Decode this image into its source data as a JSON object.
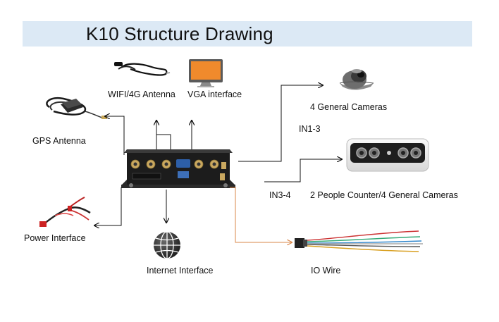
{
  "title": "K10 Structure Drawing",
  "labels": {
    "wifi": "WIFI/4G Antenna",
    "vga": "VGA interface",
    "cams4": "4 General Cameras",
    "in13": "IN1-3",
    "gps": "GPS Antenna",
    "in34": "IN3-4",
    "people": "2 People Counter/4 General Cameras",
    "power": "Power Interface",
    "internet": "Internet Interface",
    "io": "IO Wire"
  },
  "colors": {
    "title_bar": "#dce9f5",
    "monitor_screen": "#f08a2c",
    "io_line": "#d9874a",
    "arrow": "#111111"
  },
  "icons": [
    "wifi-4g-antenna-icon",
    "vga-monitor-icon",
    "dome-camera-icon",
    "gps-antenna-icon",
    "people-counter-camera-icon",
    "power-cable-icon",
    "internet-globe-icon",
    "io-wire-harness-icon",
    "k10-dvr-device"
  ]
}
